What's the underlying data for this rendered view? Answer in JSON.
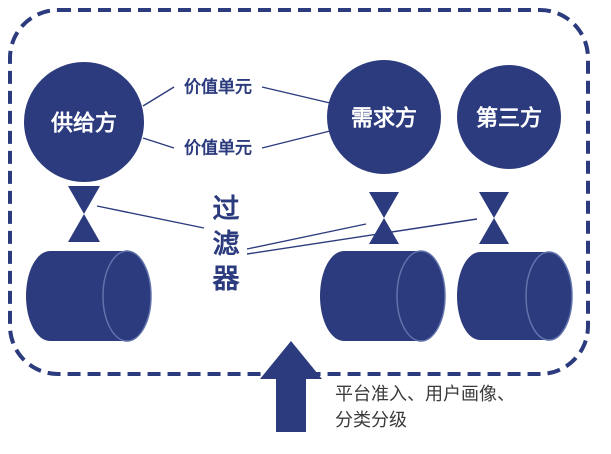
{
  "colors": {
    "navy": "#2c3b7d",
    "circle_text": "#ffffff",
    "caption_text": "#3b3b3b",
    "cylinder_rim": "#6272ac"
  },
  "nodes": {
    "supplier": "供给方",
    "demander": "需求方",
    "third_party": "第三方"
  },
  "value_units": {
    "top": "价值单元",
    "bottom": "价值单元"
  },
  "filter": {
    "char1": "过",
    "char2": "滤",
    "char3": "器"
  },
  "arrow_caption": {
    "line1": "平台准入、用户画像、",
    "line2": "分类分级"
  }
}
